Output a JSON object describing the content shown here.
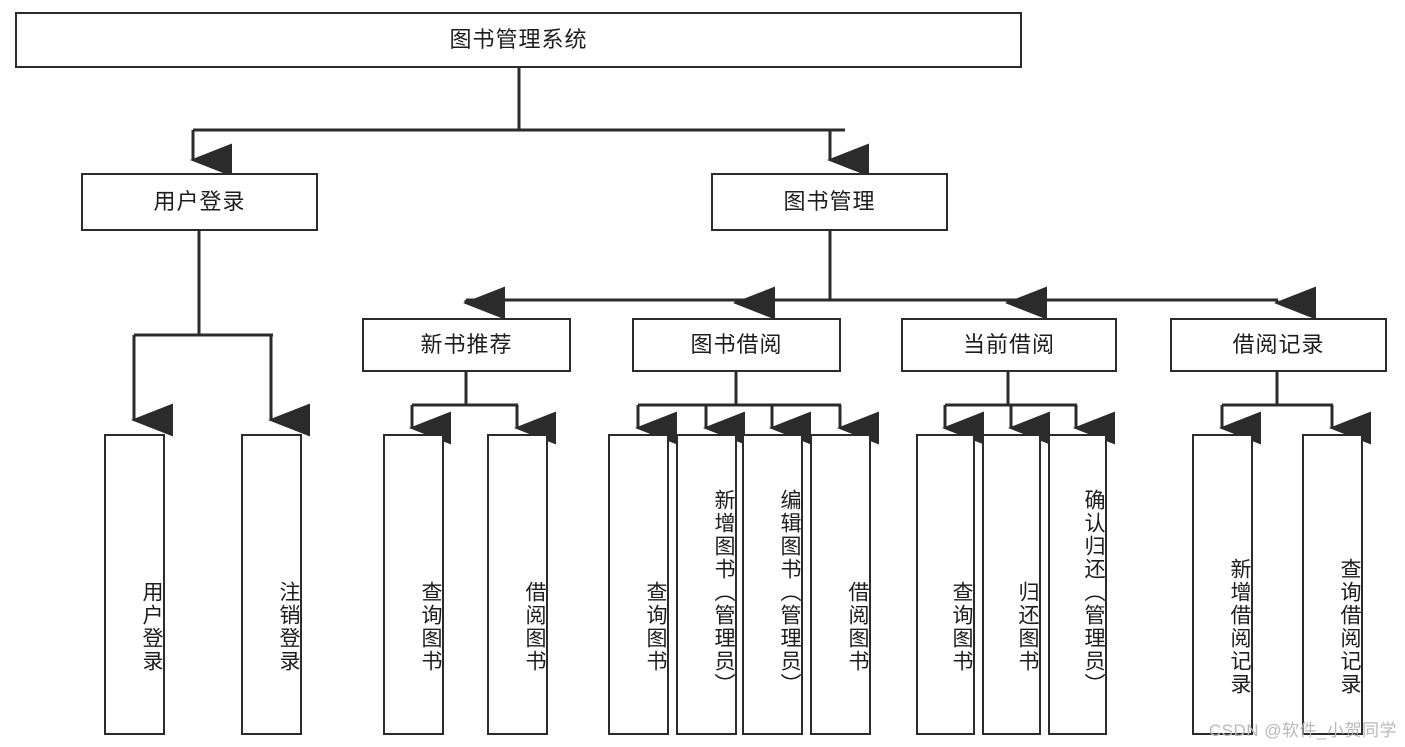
{
  "diagram": {
    "title": "图书管理系统",
    "watermark": "CSDN @软件_小贺同学",
    "colors": {
      "stroke": "#2b2b2b",
      "box_fill": "#ffffff",
      "text": "#1d1d1d",
      "watermark": "#b9b9b9",
      "background": "#ffffff"
    },
    "nodes": {
      "root": "图书管理系统",
      "user_login": "用户登录",
      "book_manage": "图书管理",
      "new_book_rec": "新书推荐",
      "book_borrow": "图书借阅",
      "current_borrow": "当前借阅",
      "borrow_record": "借阅记录",
      "leaf_user_login": "用户登录",
      "leaf_user_logout": "注销登录",
      "leaf_rec_query": "查询图书",
      "leaf_rec_borrow": "借阅图书",
      "leaf_borrow_query": "查询图书",
      "leaf_borrow_add": "新增图书（管理员）",
      "leaf_borrow_edit": "编辑图书（管理员）",
      "leaf_borrow_lend": "借阅图书",
      "leaf_cur_query": "查询图书",
      "leaf_cur_return": "归还图书",
      "leaf_cur_confirm": "确认归还（管理员）",
      "leaf_rec_add": "新增借阅记录",
      "leaf_rec_search": "查询借阅记录"
    }
  }
}
